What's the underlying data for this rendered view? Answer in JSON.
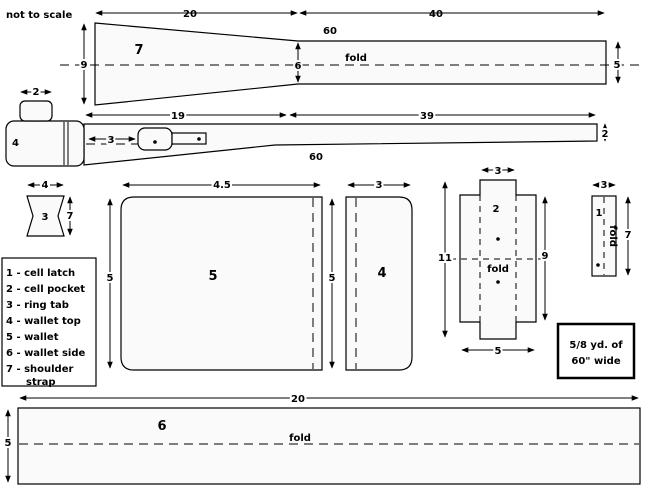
{
  "note": "not to scale",
  "fold_label": "fold",
  "pieces": {
    "strap": {
      "id": "7",
      "top_taper": "20",
      "top_straight": "40",
      "inner_length": "60",
      "wide_end": "9",
      "mid_width": "6",
      "narrow_end": "5"
    },
    "latch": {
      "id": "4",
      "tab_width": "2",
      "ring_tab_len": "3",
      "taper": "19",
      "straight": "39",
      "inner_length": "60",
      "end_width": "2"
    },
    "ring_tab": {
      "id": "3",
      "width": "4",
      "height": "7"
    },
    "wallet": {
      "id": "5",
      "width": "4.5",
      "height_left": "5",
      "height_right": "5"
    },
    "wallet_top": {
      "id": "4",
      "width": "3"
    },
    "cell_pocket": {
      "id": "2",
      "top_width": "3",
      "height_left": "11",
      "height_right": "9",
      "bottom_width": "5"
    },
    "cell_latch": {
      "id": "1",
      "width": "3",
      "height": "7"
    },
    "wallet_side": {
      "id": "6",
      "width": "20",
      "height": "5"
    }
  },
  "legend": [
    "1 - cell latch",
    "2 - cell pocket",
    "3 - ring tab",
    "4 - wallet top",
    "5 - wallet",
    "6 - wallet side",
    "7 - shoulder",
    "strap"
  ],
  "fabric_note": [
    "5/8 yd. of",
    "60\" wide"
  ]
}
